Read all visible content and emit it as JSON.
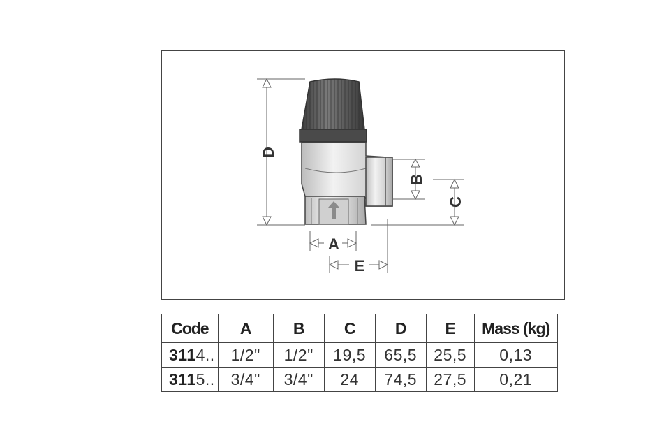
{
  "drawing": {
    "labels": {
      "A": "A",
      "B": "B",
      "C": "C",
      "D": "D",
      "E": "E"
    },
    "colors": {
      "knob": "#5a5a5a",
      "body": "#cfcfcf",
      "outline": "#444444"
    }
  },
  "table": {
    "headers": [
      "Code",
      "A",
      "B",
      "C",
      "D",
      "E",
      "Mass (kg)"
    ],
    "rows": [
      {
        "code_bold": "311",
        "code_rest": "4..",
        "A": "1/2\"",
        "B": "1/2\"",
        "C": "19,5",
        "D": "65,5",
        "E": "25,5",
        "mass": "0,13"
      },
      {
        "code_bold": "311",
        "code_rest": "5..",
        "A": "3/4\"",
        "B": "3/4\"",
        "C": "24",
        "D": "74,5",
        "E": "27,5",
        "mass": "0,21"
      }
    ]
  }
}
